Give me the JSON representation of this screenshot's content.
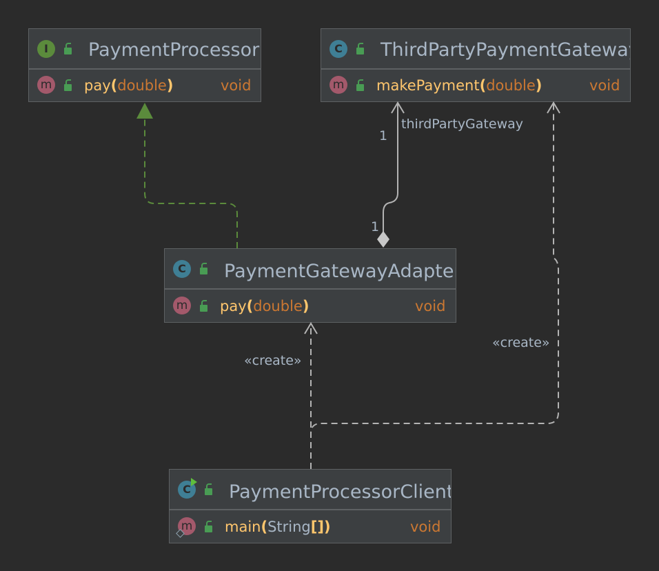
{
  "colors": {
    "background": "#2b2b2b",
    "box_fill": "#3c3f41",
    "box_border": "#5e6163",
    "text": "#a9b7c6",
    "method_name": "#ffc66d",
    "keyword_type": "#cc7832",
    "realization_edge": "#5b8b3c",
    "dependency_edge": "#b4b4b4",
    "interface_icon": "#5b8b3c",
    "class_icon": "#3f7f95",
    "method_icon": "#a3596b",
    "public_lock": "#499c54"
  },
  "classes": {
    "payment_processor": {
      "kind": "interface",
      "kind_letter": "I",
      "visibility_icon": "public-lock-icon",
      "name": "PaymentProcessor",
      "method": {
        "icon_letter": "m",
        "name": "pay",
        "open_paren": "(",
        "param_type": "double",
        "close_paren": ")",
        "return_type": "void"
      }
    },
    "third_party_gateway": {
      "kind": "class",
      "kind_letter": "C",
      "visibility_icon": "public-lock-icon",
      "name": "ThirdPartyPaymentGateway",
      "method": {
        "icon_letter": "m",
        "name": "makePayment",
        "open_paren": "(",
        "param_type": "double",
        "close_paren": ")",
        "return_type": "void"
      }
    },
    "adapter": {
      "kind": "class",
      "kind_letter": "C",
      "visibility_icon": "public-lock-icon",
      "name": "PaymentGatewayAdapter",
      "method": {
        "icon_letter": "m",
        "name": "pay",
        "open_paren": "(",
        "param_type": "double",
        "close_paren": ")",
        "return_type": "void"
      }
    },
    "client": {
      "kind": "runnable-class",
      "kind_letter": "C",
      "visibility_icon": "public-lock-icon",
      "name": "PaymentProcessorClient",
      "method": {
        "icon_letter": "m",
        "static": true,
        "name": "main",
        "open_paren": "(",
        "param_type": "String",
        "brackets": "[]",
        "close_paren": ")",
        "return_type": "void"
      }
    }
  },
  "edges": {
    "realization": {
      "from": "PaymentGatewayAdapter",
      "to": "PaymentProcessor",
      "style": "dashed",
      "arrowhead": "hollow-triangle-filled-green"
    },
    "composition": {
      "from": "PaymentGatewayAdapter",
      "to": "ThirdPartyPaymentGateway",
      "role": "thirdPartyGateway",
      "source_multiplicity": "1",
      "target_multiplicity": "1",
      "arrowhead": "open-arrow",
      "tail": "filled-diamond"
    },
    "create_adapter": {
      "from": "PaymentProcessorClient",
      "to": "PaymentGatewayAdapter",
      "label": "«create»",
      "style": "dashed"
    },
    "create_gateway": {
      "from": "PaymentProcessorClient",
      "to": "ThirdPartyPaymentGateway",
      "label": "«create»",
      "style": "dashed"
    }
  }
}
